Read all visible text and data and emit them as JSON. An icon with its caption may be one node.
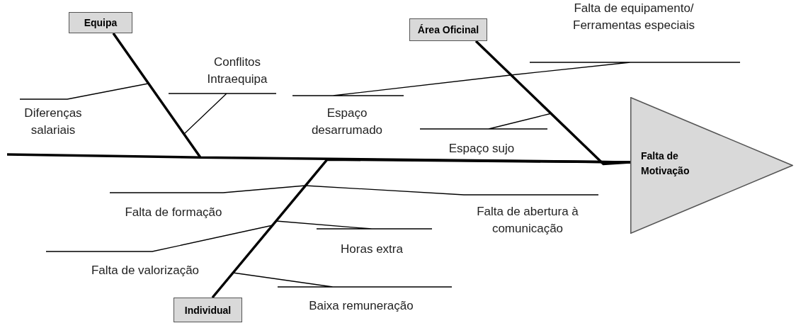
{
  "diagram": {
    "nodes": [
      {
        "text": [
          "Equipa"
        ]
      },
      {
        "text": [
          "Área Oficinal"
        ]
      },
      {
        "text": [
          "Individual"
        ]
      },
      {
        "text": [
          "Falta de Motivação"
        ]
      }
    ],
    "edges": [
      {
        "from": 0,
        "to": 3,
        "arrow": "none"
      },
      {
        "from": 1,
        "to": 3,
        "arrow": "none"
      },
      {
        "from": 2,
        "to": 3,
        "arrow": "none"
      }
    ],
    "labels": [
      "Falta de equipamento/ Ferramentas especiais",
      "Conflitos Intraequipa",
      "Diferenças salariais",
      "Espaço desarrumado",
      "Espaço sujo",
      "Falta de formação",
      "Falta de abertura à comunicação",
      "Horas extra",
      "Falta de valorização",
      "Baixa remuneração"
    ]
  }
}
